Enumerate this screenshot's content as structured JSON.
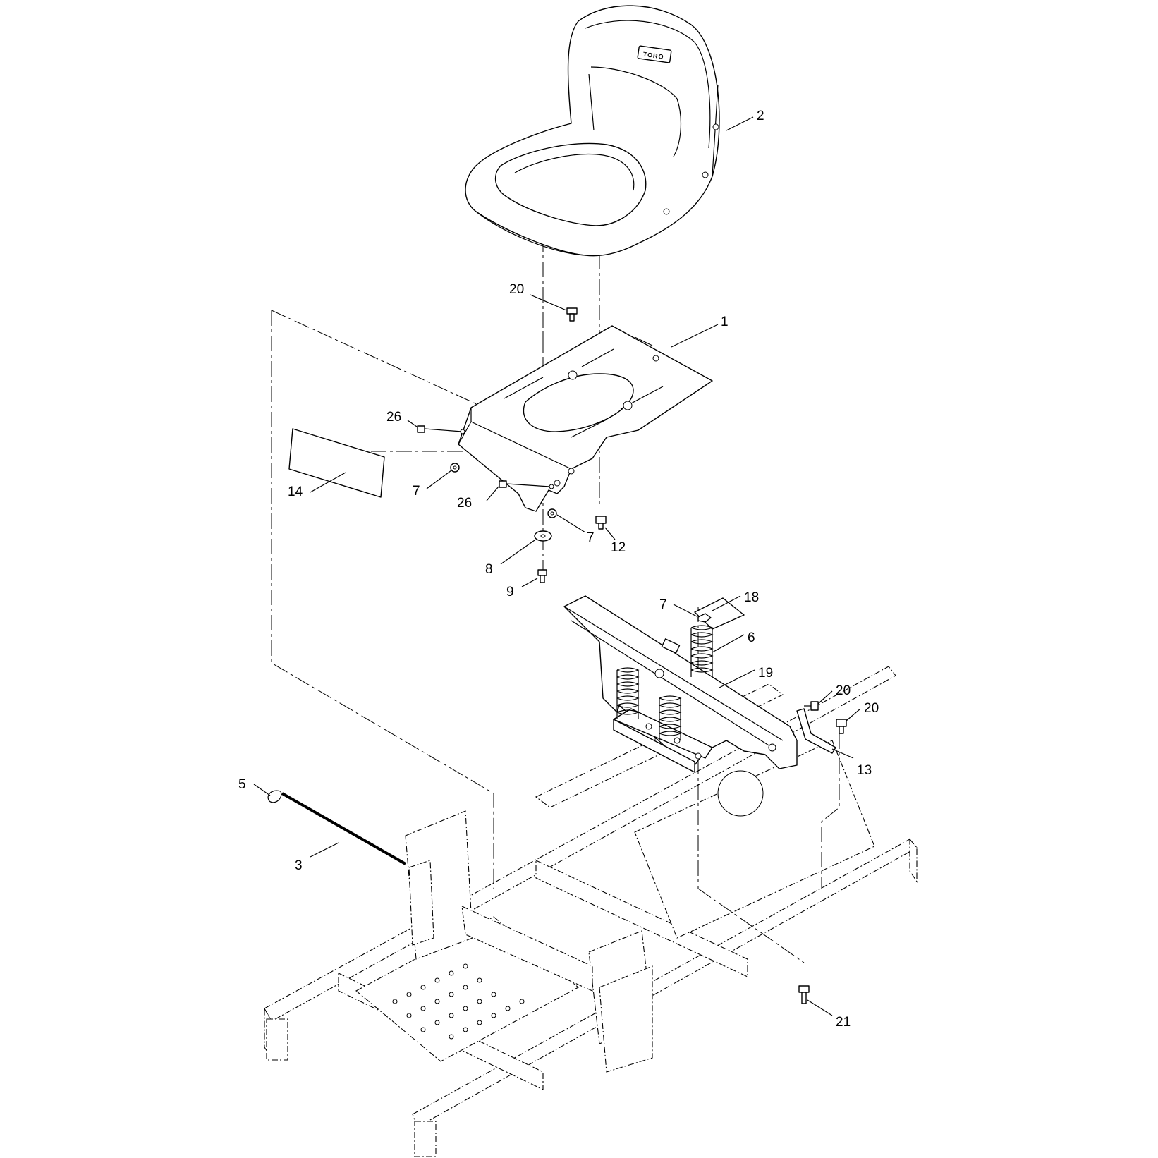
{
  "diagram": {
    "logo_text": "TORO",
    "callouts": [
      {
        "id": "c-2",
        "label": "2"
      },
      {
        "id": "c-20a",
        "label": "20"
      },
      {
        "id": "c-1",
        "label": "1"
      },
      {
        "id": "c-26a",
        "label": "26"
      },
      {
        "id": "c-7a",
        "label": "7"
      },
      {
        "id": "c-14",
        "label": "14"
      },
      {
        "id": "c-26b",
        "label": "26"
      },
      {
        "id": "c-7b",
        "label": "7"
      },
      {
        "id": "c-12",
        "label": "12"
      },
      {
        "id": "c-8",
        "label": "8"
      },
      {
        "id": "c-9",
        "label": "9"
      },
      {
        "id": "c-7c",
        "label": "7"
      },
      {
        "id": "c-18",
        "label": "18"
      },
      {
        "id": "c-6",
        "label": "6"
      },
      {
        "id": "c-19",
        "label": "19"
      },
      {
        "id": "c-20b",
        "label": "20"
      },
      {
        "id": "c-20c",
        "label": "20"
      },
      {
        "id": "c-13",
        "label": "13"
      },
      {
        "id": "c-5",
        "label": "5"
      },
      {
        "id": "c-3",
        "label": "3"
      },
      {
        "id": "c-21",
        "label": "21"
      }
    ]
  }
}
